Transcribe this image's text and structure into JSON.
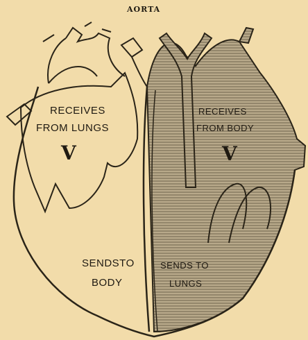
{
  "diagram": {
    "title": "AORTA",
    "left_top_lines": [
      "RECEIVES",
      "FROM LUNGS"
    ],
    "left_v": "V",
    "left_bottom_lines": [
      "SENDSTO",
      "BODY"
    ],
    "right_top_lines": [
      "RECEIVES",
      "FROM BODY"
    ],
    "right_v": "V",
    "right_bottom_lines": [
      "SENDS TO",
      "LUNGS"
    ]
  }
}
